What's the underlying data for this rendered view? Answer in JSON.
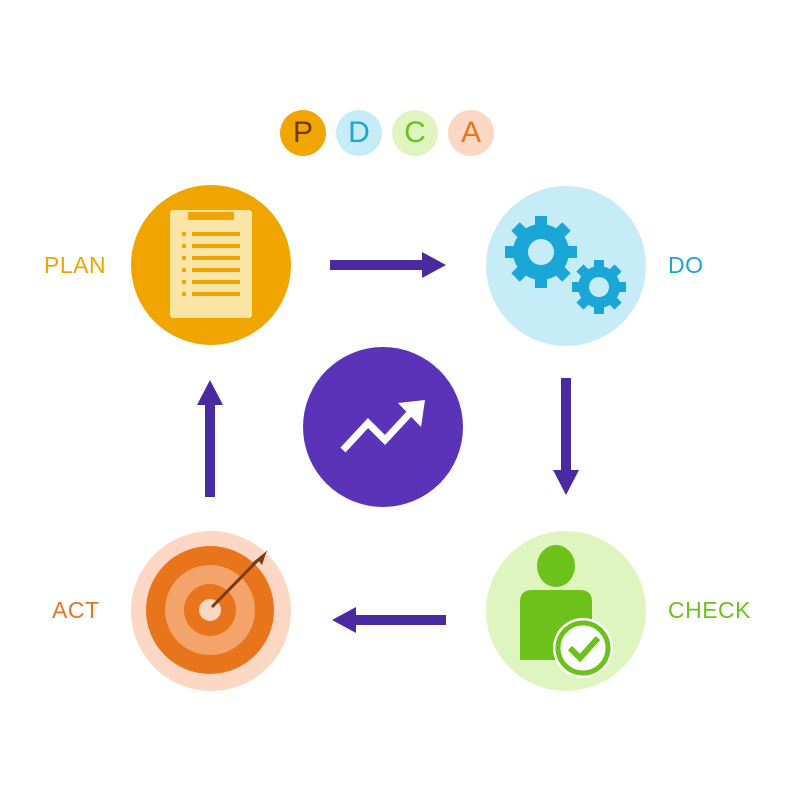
{
  "badges": [
    {
      "letter": "P",
      "bg": "#f0a500",
      "fg": "#6b3a00"
    },
    {
      "letter": "D",
      "bg": "#c6ecf7",
      "fg": "#1aa6d6"
    },
    {
      "letter": "C",
      "bg": "#dff5bf",
      "fg": "#6cc11a"
    },
    {
      "letter": "A",
      "bg": "#fcd7c3",
      "fg": "#e8741c"
    }
  ],
  "stages": {
    "plan": {
      "label": "PLAN",
      "color": "#f0a500",
      "icon": "clipboard-icon"
    },
    "do": {
      "label": "DO",
      "color": "#1aa6d6",
      "icon": "gears-icon"
    },
    "check": {
      "label": "CHECK",
      "color": "#6cc11a",
      "icon": "person-check-icon"
    },
    "act": {
      "label": "ACT",
      "color": "#e8741c",
      "icon": "target-icon"
    }
  },
  "center": {
    "icon": "trend-up-icon",
    "color": "#5a33b8"
  },
  "arrow_color": "#4a2aa0"
}
